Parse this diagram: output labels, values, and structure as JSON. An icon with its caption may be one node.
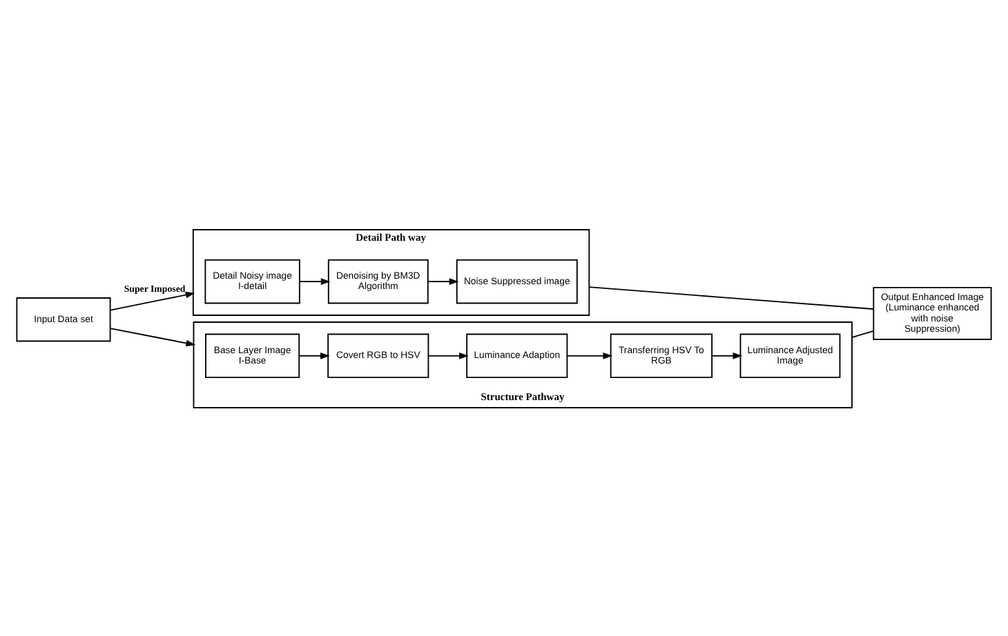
{
  "diagram": {
    "nodes": [
      {
        "text": [
          "Detail Path way"
        ]
      },
      {
        "text": [
          "Detail Noisy image I-detail"
        ],
        "in": 0
      },
      {
        "text": [
          "Denoising by BM3D Algorithm"
        ],
        "in": 0
      },
      {
        "text": [
          "Noise Suppressed image"
        ],
        "in": 0
      },
      {
        "text": [
          "Input Data set"
        ]
      },
      {
        "text": [
          "Structure Pathway"
        ]
      },
      {
        "text": [
          "Base Layer Image I-Base"
        ],
        "in": 5
      },
      {
        "text": [
          "Covert RGB to HSV"
        ],
        "in": 5
      },
      {
        "text": [
          "Luminance Adaption"
        ],
        "in": 5
      },
      {
        "text": [
          "Transferring HSV To RGB"
        ],
        "in": 5
      },
      {
        "text": [
          "Luminance Adjusted Image"
        ],
        "in": 5
      },
      {
        "text": [
          "Output Enhanced Image (Luminance enhanced with noise Suppression)"
        ]
      }
    ],
    "edges": [
      {
        "from": 1,
        "to": 2,
        "arrow": "to"
      },
      {
        "from": 2,
        "to": 3,
        "arrow": "to"
      },
      {
        "from": 4,
        "to": 0,
        "arrow": "to",
        "label": "Super Imposed"
      },
      {
        "from": 4,
        "to": 5,
        "arrow": "to"
      },
      {
        "from": 6,
        "to": 7,
        "arrow": "to"
      },
      {
        "from": 7,
        "to": 8,
        "arrow": "to"
      },
      {
        "from": 8,
        "to": 9,
        "arrow": "to"
      },
      {
        "from": 9,
        "to": 10,
        "arrow": "to"
      },
      {
        "from": 0,
        "to": 11,
        "arrow": "none"
      },
      {
        "from": 5,
        "to": 11,
        "arrow": "none"
      }
    ]
  }
}
